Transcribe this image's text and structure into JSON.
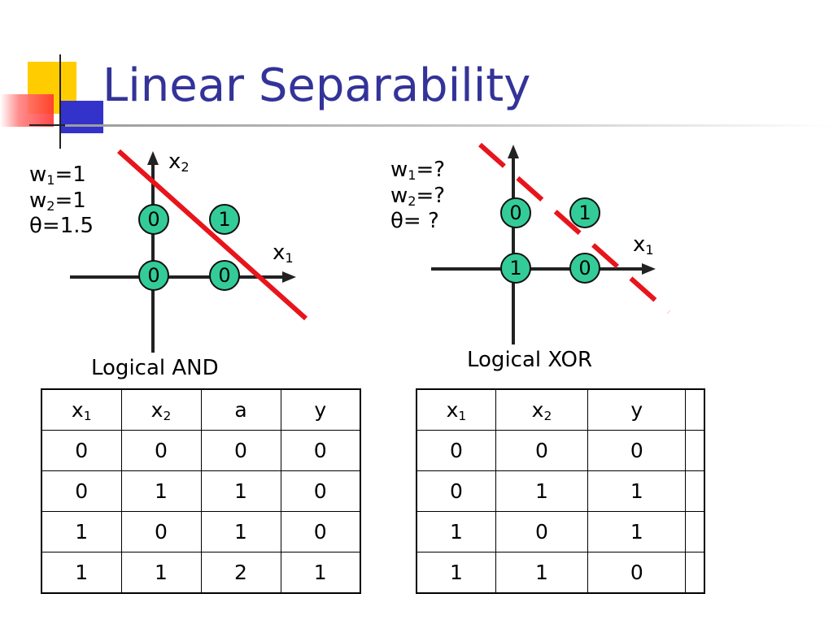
{
  "title": "Linear Separability",
  "and_panel": {
    "params": [
      {
        "sym": "w",
        "sub": "1",
        "rest": "=1"
      },
      {
        "sym": "w",
        "sub": "2",
        "rest": "=1"
      },
      {
        "sym": "θ",
        "sub": "",
        "rest": "=1.5"
      }
    ],
    "x_axis": {
      "sym": "x",
      "sub": "1"
    },
    "y_axis": {
      "sym": "x",
      "sub": "2"
    },
    "points": [
      {
        "x1": 0,
        "x2": 1,
        "label": "0"
      },
      {
        "x1": 1,
        "x2": 1,
        "label": "1"
      },
      {
        "x1": 0,
        "x2": 0,
        "label": "0"
      },
      {
        "x1": 1,
        "x2": 0,
        "label": "0"
      }
    ],
    "separator": "solid",
    "caption": "Logical AND"
  },
  "xor_panel": {
    "params": [
      {
        "sym": "w",
        "sub": "1",
        "rest": "=?"
      },
      {
        "sym": "w",
        "sub": "2",
        "rest": "=?"
      },
      {
        "sym": "θ",
        "sub": "",
        "rest": "= ?"
      }
    ],
    "x_axis": {
      "sym": "x",
      "sub": "1"
    },
    "points": [
      {
        "x1": 0,
        "x2": 1,
        "label": "0"
      },
      {
        "x1": 1,
        "x2": 1,
        "label": "1"
      },
      {
        "x1": 0,
        "x2": 0,
        "label": "1"
      },
      {
        "x1": 1,
        "x2": 0,
        "label": "0"
      }
    ],
    "separator": "dashed",
    "caption": "Logical XOR"
  },
  "and_table": {
    "headers": [
      {
        "sym": "x",
        "sub": "1"
      },
      {
        "sym": "x",
        "sub": "2"
      },
      {
        "sym": "a",
        "sub": ""
      },
      {
        "sym": "y",
        "sub": ""
      }
    ],
    "rows": [
      [
        "0",
        "0",
        "0",
        "0"
      ],
      [
        "0",
        "1",
        "1",
        "0"
      ],
      [
        "1",
        "0",
        "1",
        "0"
      ],
      [
        "1",
        "1",
        "2",
        "1"
      ]
    ]
  },
  "xor_table": {
    "headers": [
      {
        "sym": "x",
        "sub": "1"
      },
      {
        "sym": "x",
        "sub": "2"
      },
      {
        "sym": "y",
        "sub": ""
      },
      {
        "sym": "",
        "sub": ""
      }
    ],
    "rows": [
      [
        "0",
        "0",
        "0",
        ""
      ],
      [
        "0",
        "1",
        "1",
        ""
      ],
      [
        "1",
        "0",
        "1",
        ""
      ],
      [
        "1",
        "1",
        "0",
        ""
      ]
    ]
  },
  "colors": {
    "title": "#333399",
    "point_fill": "#33cc99",
    "separator": "#e8141c",
    "deco_yellow": "#ffcc00",
    "deco_blue": "#3333cc",
    "deco_red": "#ff3333"
  }
}
